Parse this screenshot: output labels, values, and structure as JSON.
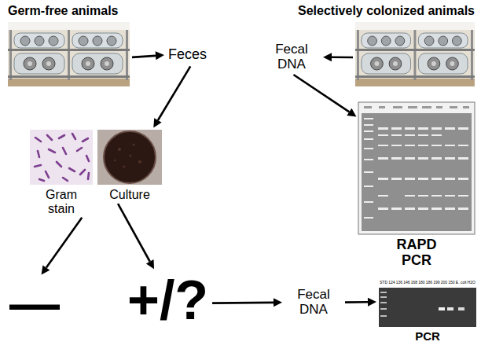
{
  "diagram": {
    "nodes": [
      {
        "text": [
          "Germ-free animals"
        ]
      },
      {
        "text": [
          "Selectively colonized animals"
        ]
      },
      {
        "text": [
          "Feces"
        ]
      },
      {
        "text": [
          "Fecal DNA"
        ]
      },
      {
        "text": [
          "Gram stain"
        ]
      },
      {
        "text": [
          "Culture"
        ]
      },
      {
        "text": [
          "RAPD PCR"
        ]
      },
      {
        "text": [
          "—"
        ]
      },
      {
        "text": [
          "+/?"
        ]
      },
      {
        "text": [
          "Fecal DNA"
        ]
      },
      {
        "text": [
          "PCR"
        ]
      }
    ],
    "edges": [
      {
        "from": 0,
        "to": 2,
        "arrow": "to"
      },
      {
        "from": 1,
        "to": 3,
        "arrow": "to"
      },
      {
        "from": 2,
        "to": 5,
        "arrow": "to"
      },
      {
        "from": 3,
        "to": 6,
        "arrow": "to"
      },
      {
        "from": 4,
        "to": 7,
        "arrow": "to"
      },
      {
        "from": 5,
        "to": 8,
        "arrow": "to"
      },
      {
        "from": 8,
        "to": 9,
        "arrow": "to"
      },
      {
        "from": 9,
        "to": 10,
        "arrow": "to"
      }
    ],
    "labels": [
      "STD",
      "124",
      "136",
      "146",
      "168",
      "180",
      "186",
      "199",
      "200",
      "150",
      "E. coli",
      "H2O"
    ]
  }
}
